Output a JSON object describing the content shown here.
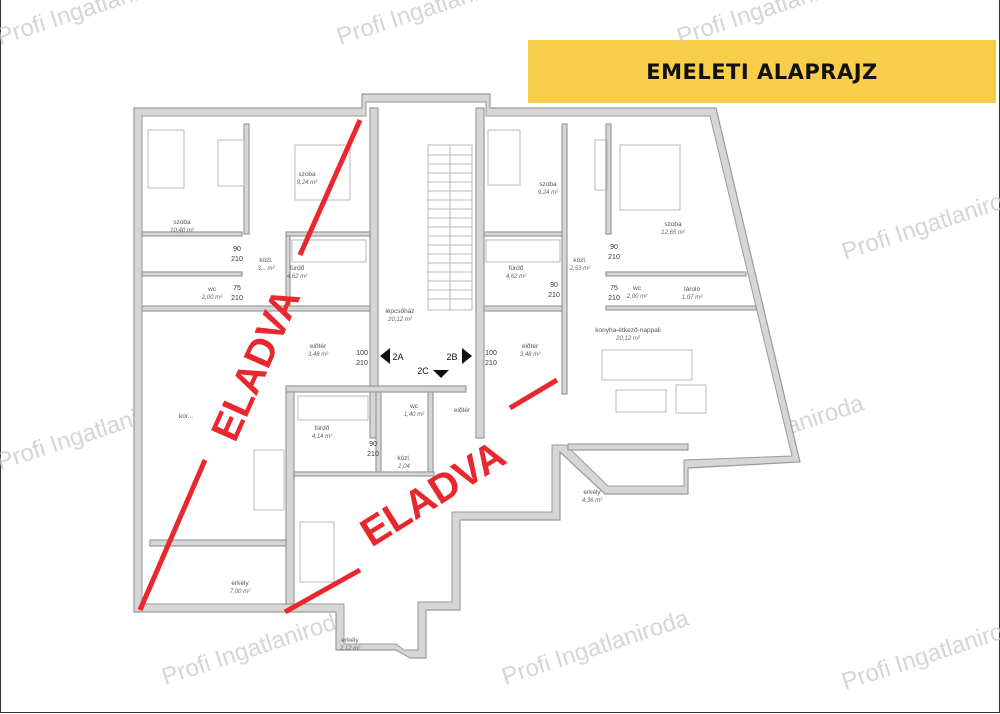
{
  "title": "EMELETI ALAPRAJZ",
  "watermark": "Profi Ingatlaniroda",
  "sold_stamp": "ELADVA",
  "colors": {
    "banner": "#f8cd4a",
    "stamp": "#e8282e",
    "wall": "#d6d6d6"
  },
  "entrances": [
    "2A",
    "2B",
    "2C"
  ],
  "doors": {
    "d90": [
      "90",
      "210"
    ],
    "d75": [
      "75",
      "210"
    ],
    "d100": [
      "100",
      "210"
    ]
  },
  "rooms": {
    "a_szoba1": {
      "name": "szoba",
      "area": "10,40 m²"
    },
    "a_szoba2": {
      "name": "szoba",
      "area": "9,24 m²"
    },
    "a_kozl": {
      "name": "közl.",
      "area": "3,.. m²"
    },
    "a_furdo": {
      "name": "fürdő",
      "area": "4,62 m²"
    },
    "a_wc": {
      "name": "wc",
      "area": "2,00 m²"
    },
    "a_eloter": {
      "name": "előtér",
      "area": "3,48 m²"
    },
    "a_kor": {
      "name": "kor..."
    },
    "a_erkely": {
      "name": "erkély",
      "area": "7,00 m²"
    },
    "lepcsohaz": {
      "name": "lépcsőház",
      "area": "20,12 m²"
    },
    "c_furdo": {
      "name": "fürdő",
      "area": "4,14 m²"
    },
    "c_wc": {
      "name": "wc",
      "area": "1,40 m²"
    },
    "c_kozl": {
      "name": "közl.",
      "area": "2,04"
    },
    "c_eloter": {
      "name": "előtér"
    },
    "c_erkely": {
      "name": "erkély",
      "area": "2,12 m²"
    },
    "b_szoba1": {
      "name": "szoba",
      "area": "9,24 m²"
    },
    "b_szoba2": {
      "name": "szoba",
      "area": "12,65 m²"
    },
    "b_furdo": {
      "name": "fürdő",
      "area": "4,62 m²"
    },
    "b_kozl": {
      "name": "közl.",
      "area": "2,53 m²"
    },
    "b_wc": {
      "name": "wc",
      "area": "2,00 m²"
    },
    "b_tarolo": {
      "name": "tároló",
      "area": "1,07 m²"
    },
    "b_eloter": {
      "name": "előtér",
      "area": "3,48 m²"
    },
    "b_nappali": {
      "name": "konyha-étkező-nappali",
      "area": "20,12 m²"
    },
    "b_erkely": {
      "name": "erkély",
      "area": "4,36 m²"
    }
  }
}
